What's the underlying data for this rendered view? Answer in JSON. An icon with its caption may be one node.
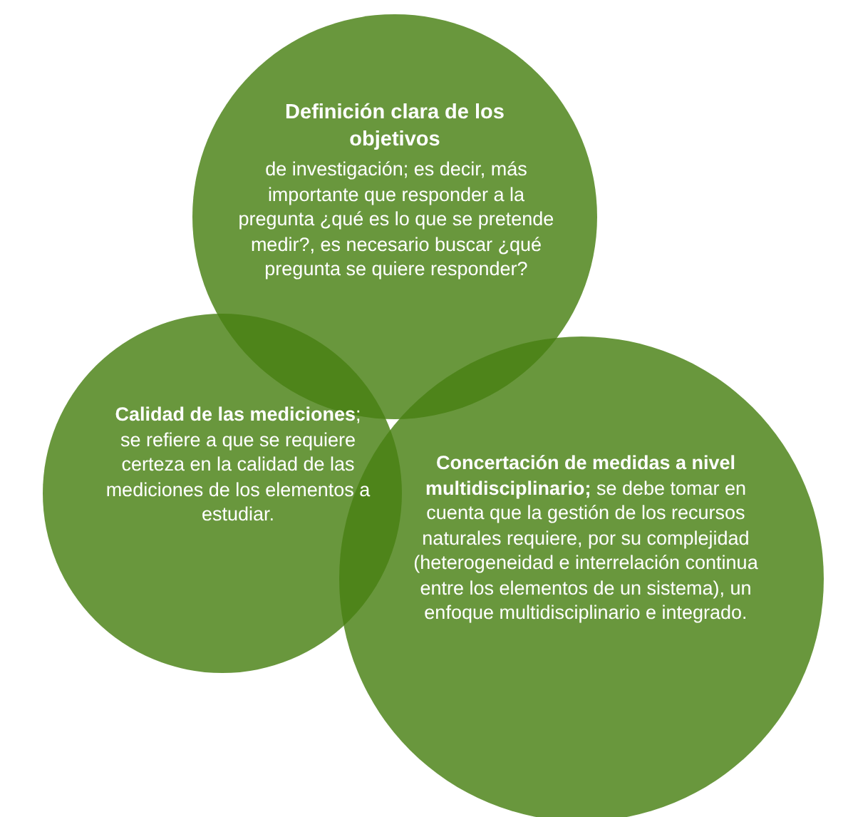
{
  "diagram": {
    "nodes": [
      {
        "text": [
          "Definición clara de los objetivos",
          "de investigación; es decir, más importante que responder a la pregunta ¿qué es lo que se pretende medir?, es necesario buscar ¿qué pregunta se quiere responder?"
        ]
      },
      {
        "text": [
          "**Calidad de las mediciones**; se refiere a que se requiere certeza en la calidad de las mediciones de los elementos a estudiar."
        ]
      },
      {
        "text": [
          "**Concertación de medidas a nivel multidisciplinario;** se debe tomar en cuenta que la gestión de los recursos naturales requiere, por su complejidad (heterogeneidad e interrelación continua entre los elementos de un sistema), un enfoque multidisciplinario e integrado."
        ]
      }
    ]
  }
}
